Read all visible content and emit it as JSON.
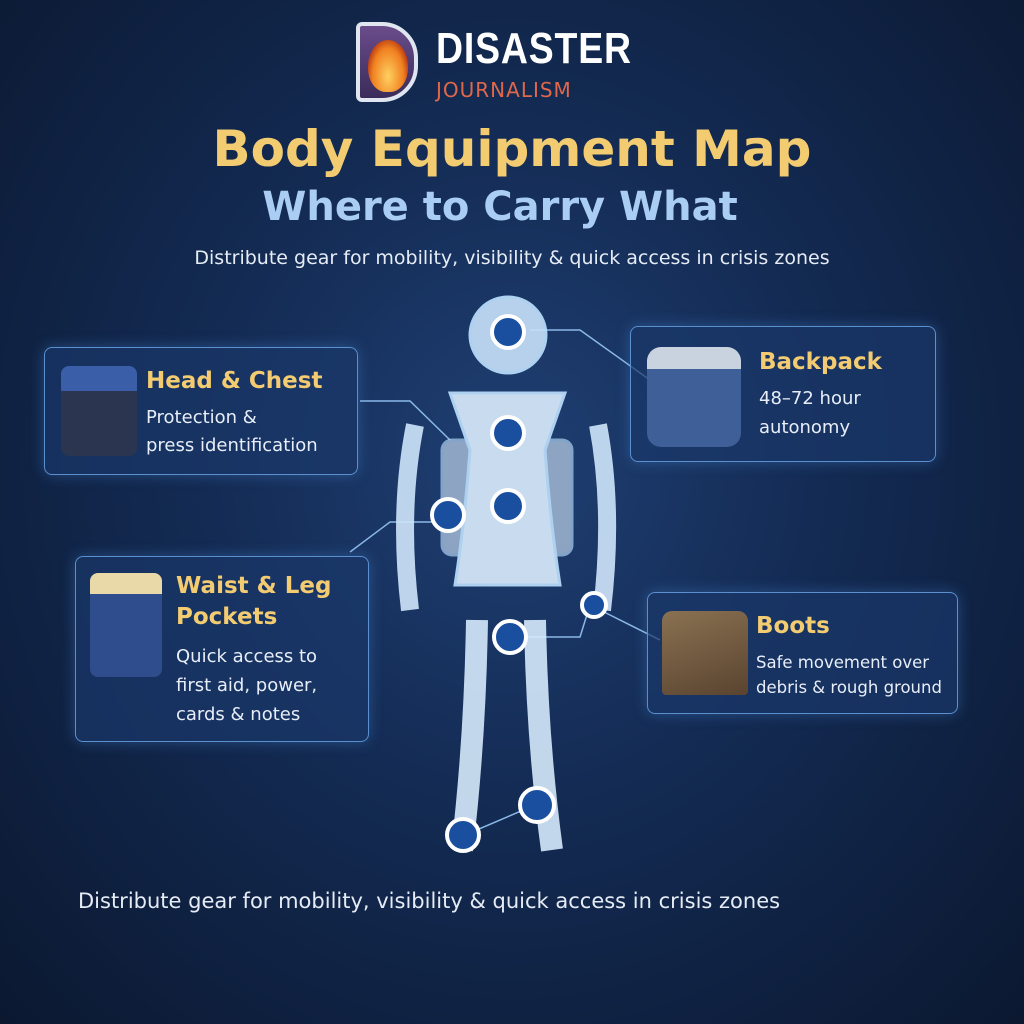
{
  "brand": {
    "name": "DISASTER",
    "sub": "JOURNALISM"
  },
  "title": "Body Equipment Map",
  "subtitle": "Where to Carry What",
  "tagline": "Distribute gear for mobility, visibility & quick access in crisis zones",
  "footer": "Distribute gear for mobility, visibility & quick access in crisis zones",
  "cards": [
    {
      "title": "Head & Chest",
      "lines": [
        "Protection &",
        "press identification"
      ],
      "icon": "helmet-vest-icon"
    },
    {
      "title": "Backpack",
      "lines": [
        "48–72 hour",
        "autonomy"
      ],
      "icon": "backpack-icon"
    },
    {
      "title_lines": [
        "Waist & Leg",
        "Pockets"
      ],
      "lines": [
        "Quick access to",
        "first aid, power,",
        "cards & notes"
      ],
      "icon": "pouch-icon"
    },
    {
      "title": "Boots",
      "lines": [
        "Safe movement over",
        "debris & rough ground"
      ],
      "icon": "boots-icon"
    }
  ],
  "colors": {
    "accent": "#f3cc72",
    "subtitle": "#a9cdf3",
    "brand_sub": "#e0674a",
    "border": "#5a8fd0"
  }
}
